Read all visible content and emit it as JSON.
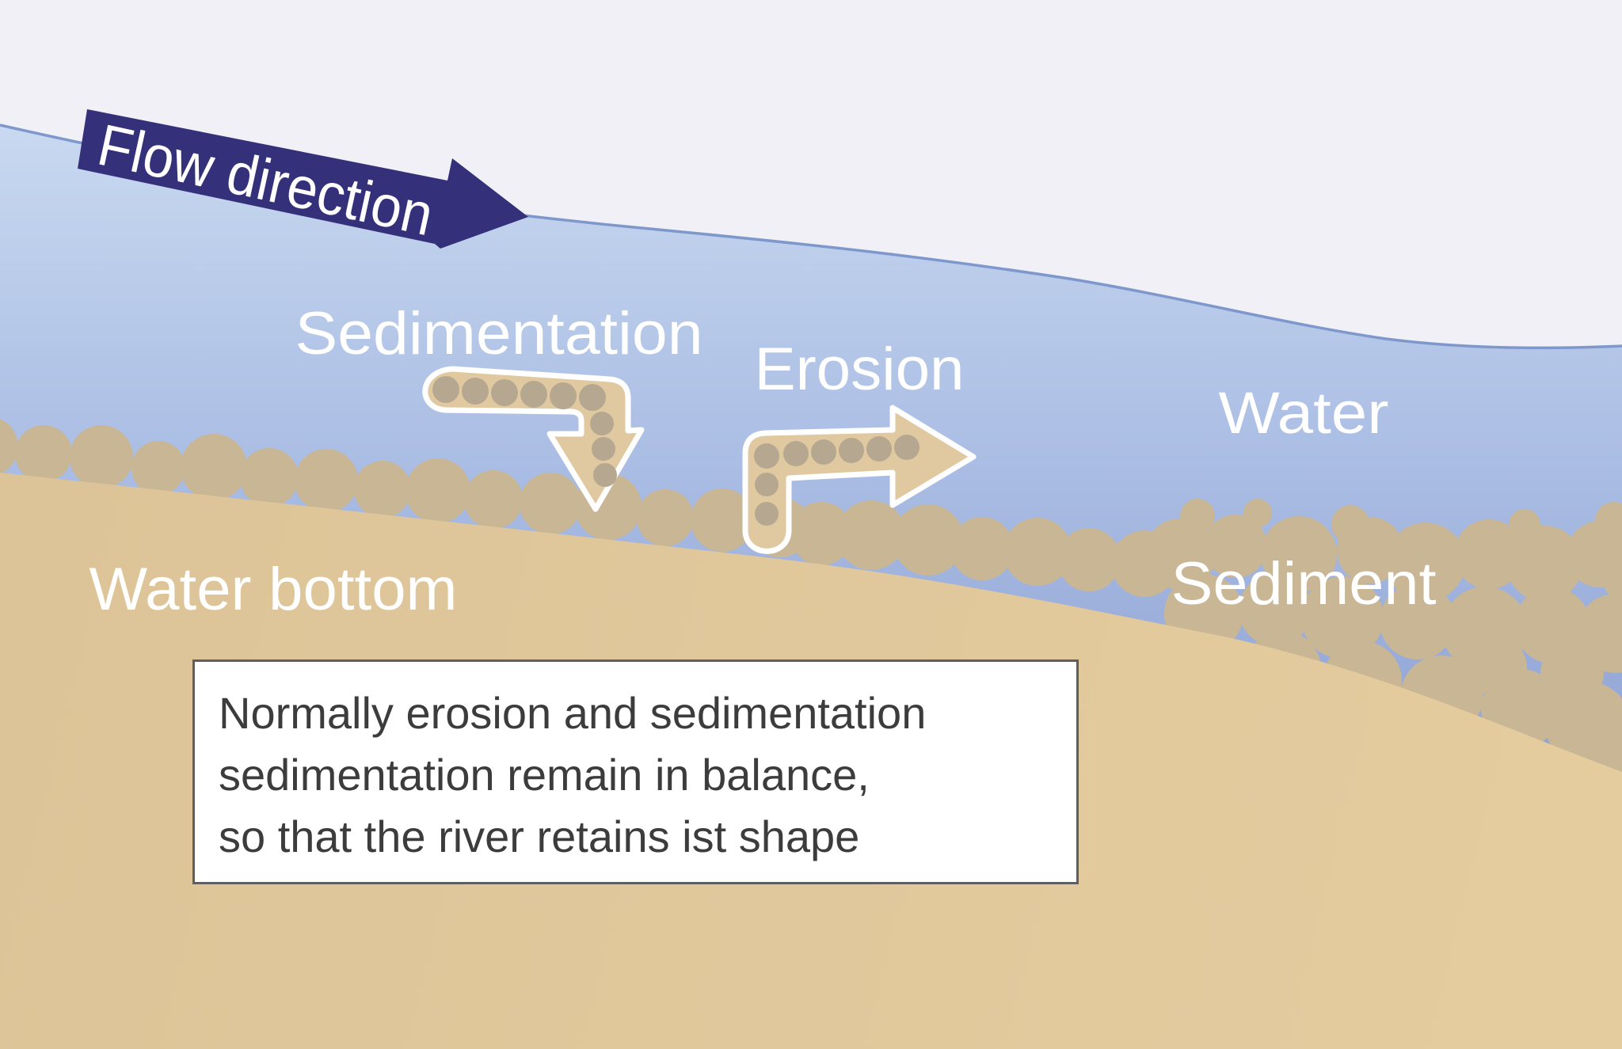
{
  "labels": {
    "flow_direction": "Flow direction",
    "sedimentation": "Sedimentation",
    "erosion": "Erosion",
    "water": "Water",
    "water_bottom": "Water bottom",
    "sediment": "Sediment"
  },
  "info_box": {
    "lines": [
      "Normally erosion and sedimentation",
      "sedimentation remain in balance,",
      "so that the river retains ist shape"
    ]
  },
  "colors": {
    "sky": "#f1f0f7",
    "water_top": "#c9d9f0",
    "water_mid": "#a9bce3",
    "water_deep": "#8497cc",
    "water_surface_line": "#7e98cc",
    "sand": "#dcc498",
    "sand_light": "#e4cc9f",
    "sediment_circle": "#c8b695",
    "arrow_fill": "#e0c8a0",
    "arrow_dot": "#b6a890",
    "arrow_outline": "#ffffff",
    "flow_arrow": "#343079",
    "label_text": "#ffffff",
    "box_bg": "#ffffff",
    "box_border": "#5f5f5f",
    "box_text": "#3c3c3c"
  }
}
